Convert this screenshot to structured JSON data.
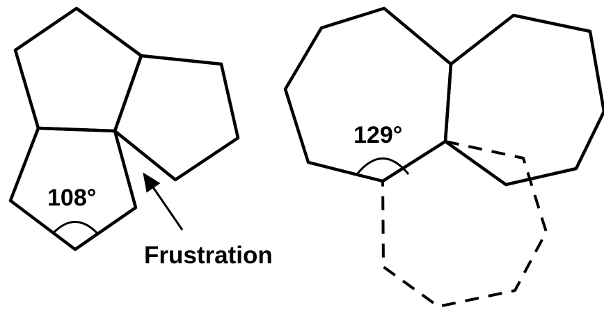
{
  "colors": {
    "stroke": "#000000",
    "background": "#ffffff"
  },
  "labels": {
    "pentagon_angle": "108°",
    "heptagon_angle": "129°",
    "annotation": "Frustration"
  }
}
